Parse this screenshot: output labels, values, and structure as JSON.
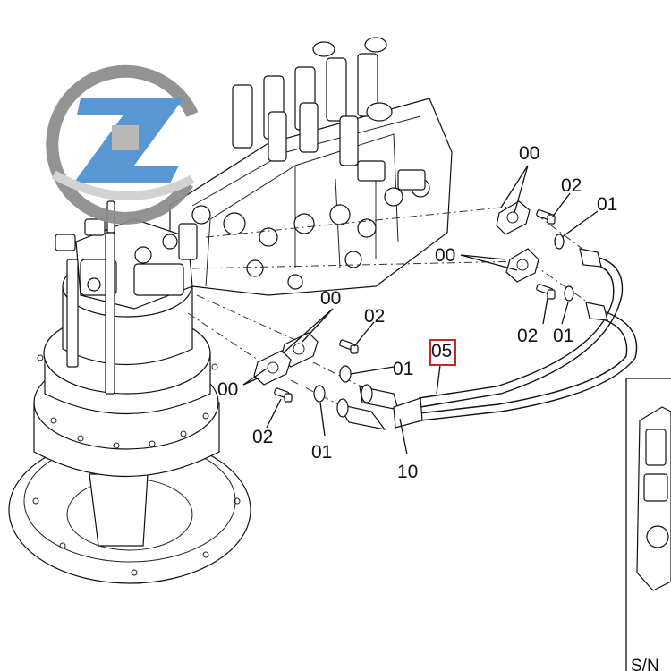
{
  "callouts": {
    "top_00": "00",
    "top_02": "02",
    "top_01": "01",
    "mid_00": "00",
    "mid_02": "02",
    "mid_01": "01",
    "center_00": "00",
    "center_02": "02",
    "center_01": "01",
    "left_00": "00",
    "left_02": "02",
    "left_01": "01",
    "hose_05": "05",
    "hose_10": "10"
  },
  "inset": {
    "caption": "S/N"
  },
  "logo": {
    "letter": "Z",
    "colors": {
      "ring": "#8a8a8a",
      "badge": "#4a8fd0",
      "square": "#b3b3b3"
    }
  },
  "colors": {
    "highlight_box": "#c0282a",
    "line": "#111111"
  },
  "icons": {
    "logo": "z-logo-icon",
    "motor": "swing-motor-icon",
    "valve": "control-valve-icon"
  }
}
